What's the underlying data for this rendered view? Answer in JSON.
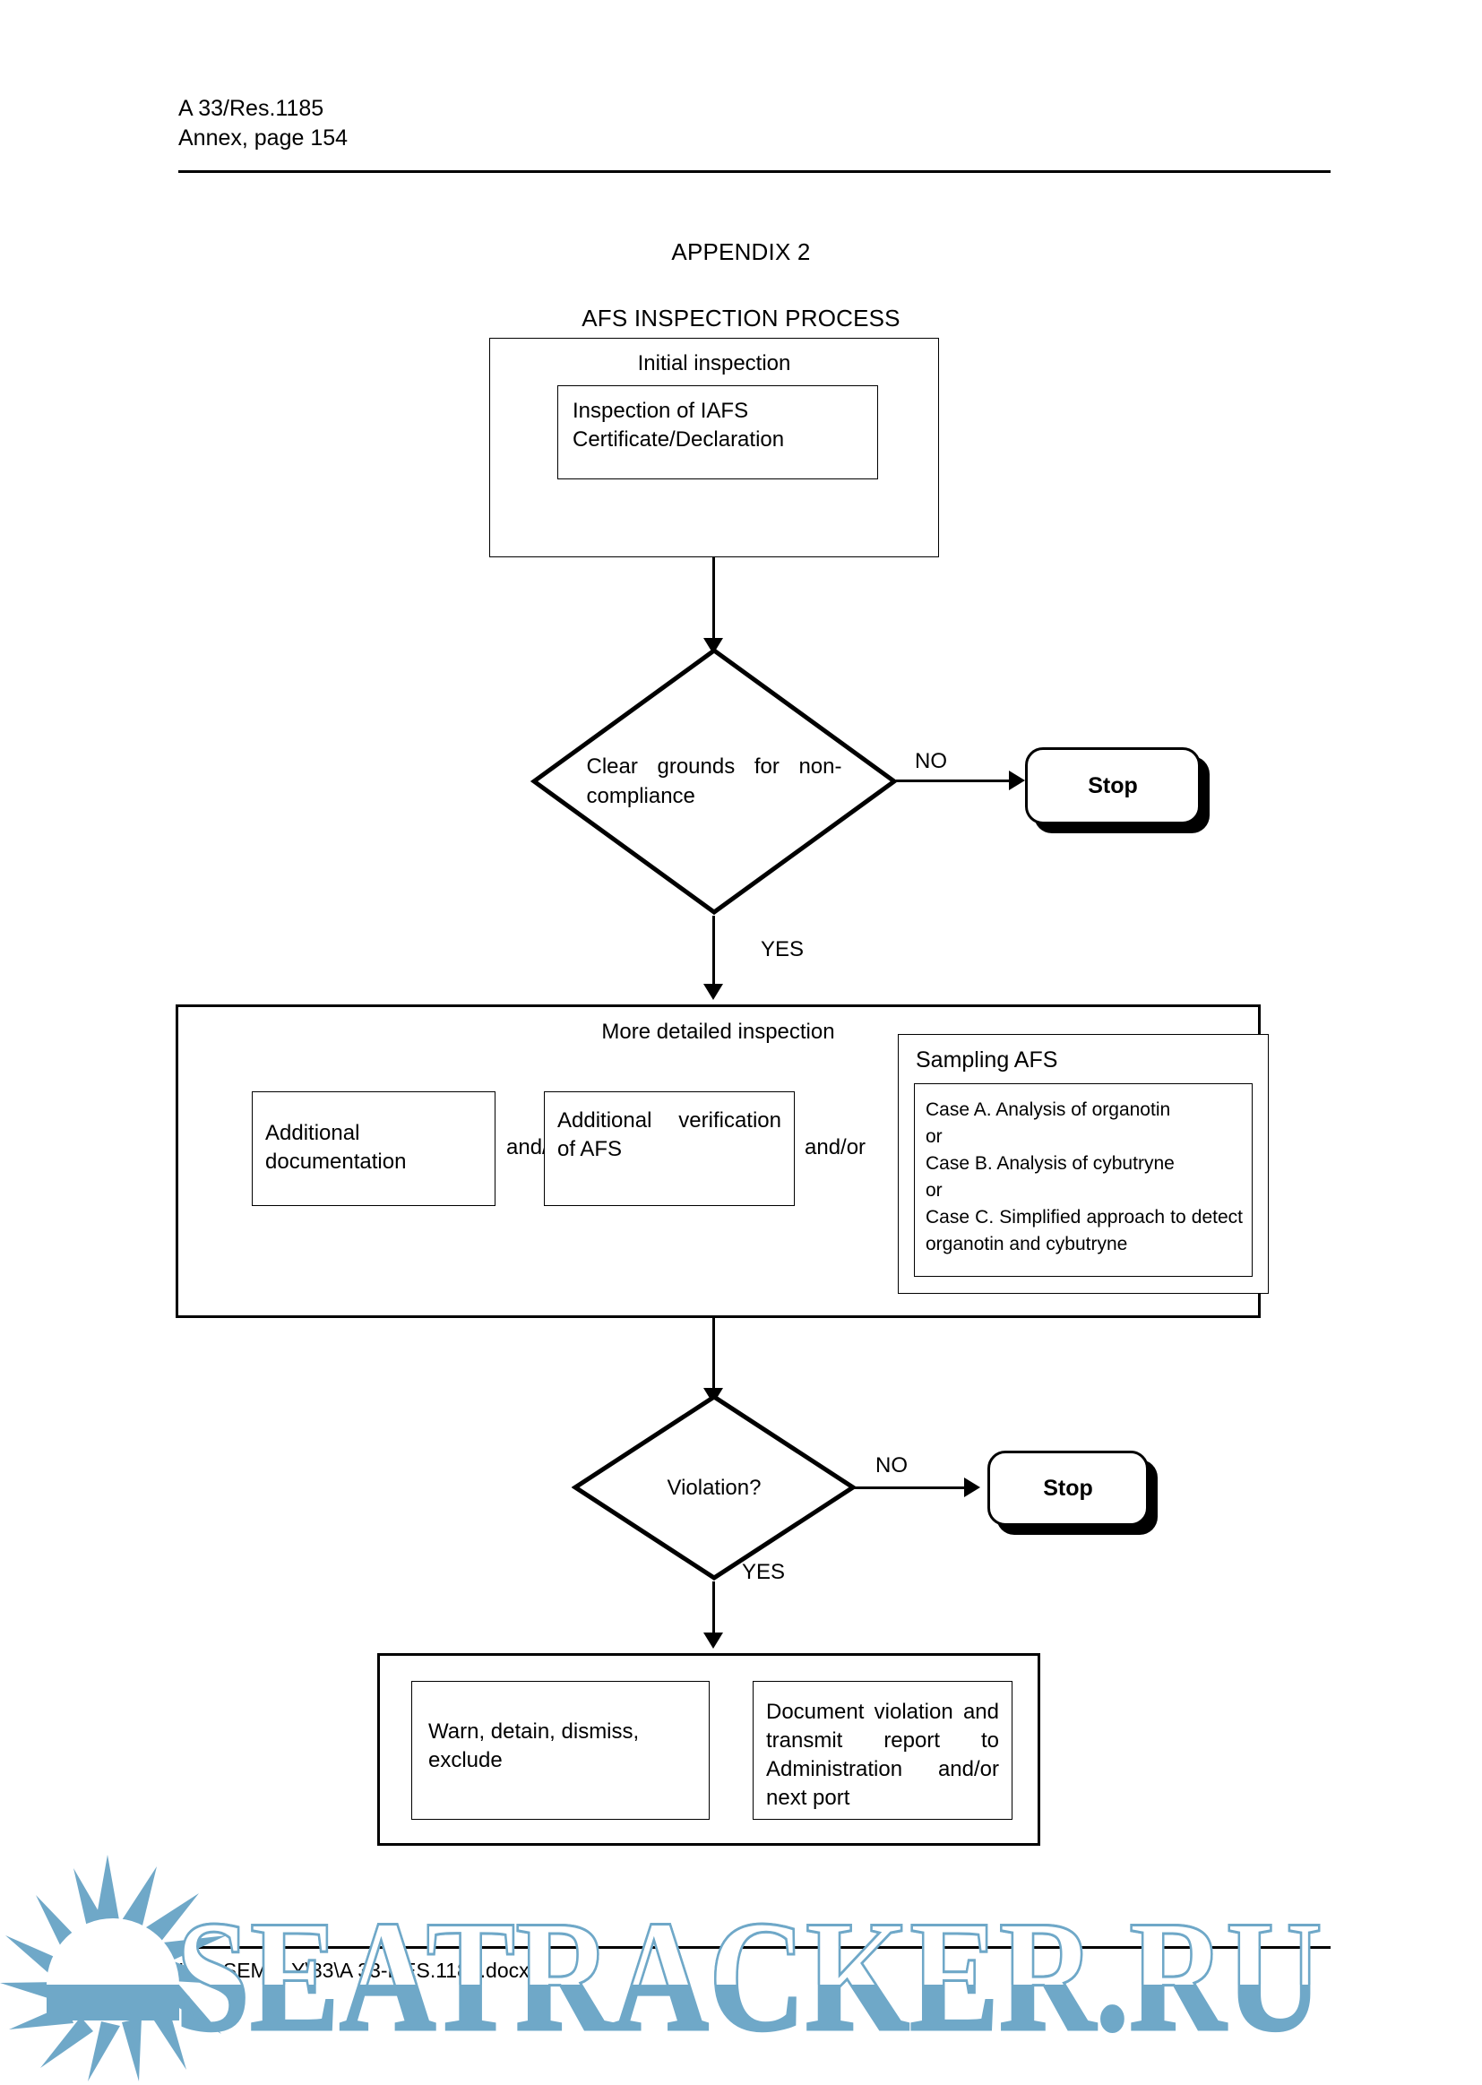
{
  "document": {
    "header": {
      "reference": "A 33/Res.1185",
      "annex_page": "Annex, page 154"
    },
    "appendix_title": "APPENDIX 2",
    "process_title": "AFS INSPECTION PROCESS",
    "footer_path": "I:\\ASSEMBLY\\33\\A 33-RES.1185.docx"
  },
  "flowchart": {
    "initial_inspection": {
      "label": "Initial inspection",
      "inner_box": "Inspection of IAFS Certificate/Declaration"
    },
    "decision_clear_grounds": {
      "text": "Clear grounds for non-compliance",
      "no_label": "NO",
      "yes_label": "YES",
      "no_target": "Stop"
    },
    "detailed_inspection": {
      "label": "More detailed inspection",
      "box_documentation": "Additional documentation",
      "connector_1": "and/or",
      "box_verification": "Additional verification of AFS",
      "connector_2": "and/or",
      "sampling": {
        "title": "Sampling AFS",
        "cases": [
          "Case A. Analysis of organotin",
          "or",
          "Case B. Analysis of cybutryne",
          "or",
          "Case C. Simplified approach to detect organotin and cybutryne"
        ]
      }
    },
    "decision_violation": {
      "text": "Violation?",
      "no_label": "NO",
      "yes_label": "YES",
      "no_target": "Stop"
    },
    "actions": {
      "box_warn": "Warn, detain, dismiss, exclude",
      "box_document": "Document violation and transmit report to Administration and/or next port"
    }
  },
  "watermark": {
    "text": "SEATRACKER.RU",
    "color": "#6fa8c8",
    "logo": "sun-icon"
  }
}
